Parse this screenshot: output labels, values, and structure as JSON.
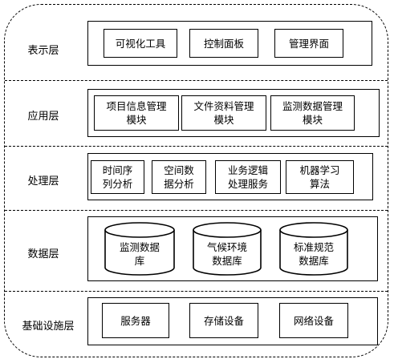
{
  "layers": [
    {
      "label": "表示层",
      "items": [
        {
          "line1": "可视化工具",
          "line2": ""
        },
        {
          "line1": "控制面板",
          "line2": ""
        },
        {
          "line1": "管理界面",
          "line2": ""
        }
      ]
    },
    {
      "label": "应用层",
      "items": [
        {
          "line1": "项目信息管理",
          "line2": "模块"
        },
        {
          "line1": "文件资料管理",
          "line2": "模块"
        },
        {
          "line1": "监测数据管理",
          "line2": "模块"
        }
      ]
    },
    {
      "label": "处理层",
      "items": [
        {
          "line1": "时间序",
          "line2": "列分析"
        },
        {
          "line1": "空间数",
          "line2": "据分析"
        },
        {
          "line1": "业务逻辑",
          "line2": "处理服务"
        },
        {
          "line1": "机器学习",
          "line2": "算法"
        }
      ]
    },
    {
      "label": "数据层",
      "items": [
        {
          "line1": "监测数据",
          "line2": "库"
        },
        {
          "line1": "气候环境",
          "line2": "数据库"
        },
        {
          "line1": "标准规范",
          "line2": "数据库"
        }
      ]
    },
    {
      "label": "基础设施层",
      "items": [
        {
          "line1": "服务器",
          "line2": ""
        },
        {
          "line1": "存储设备",
          "line2": ""
        },
        {
          "line1": "网络设备",
          "line2": ""
        }
      ]
    }
  ]
}
